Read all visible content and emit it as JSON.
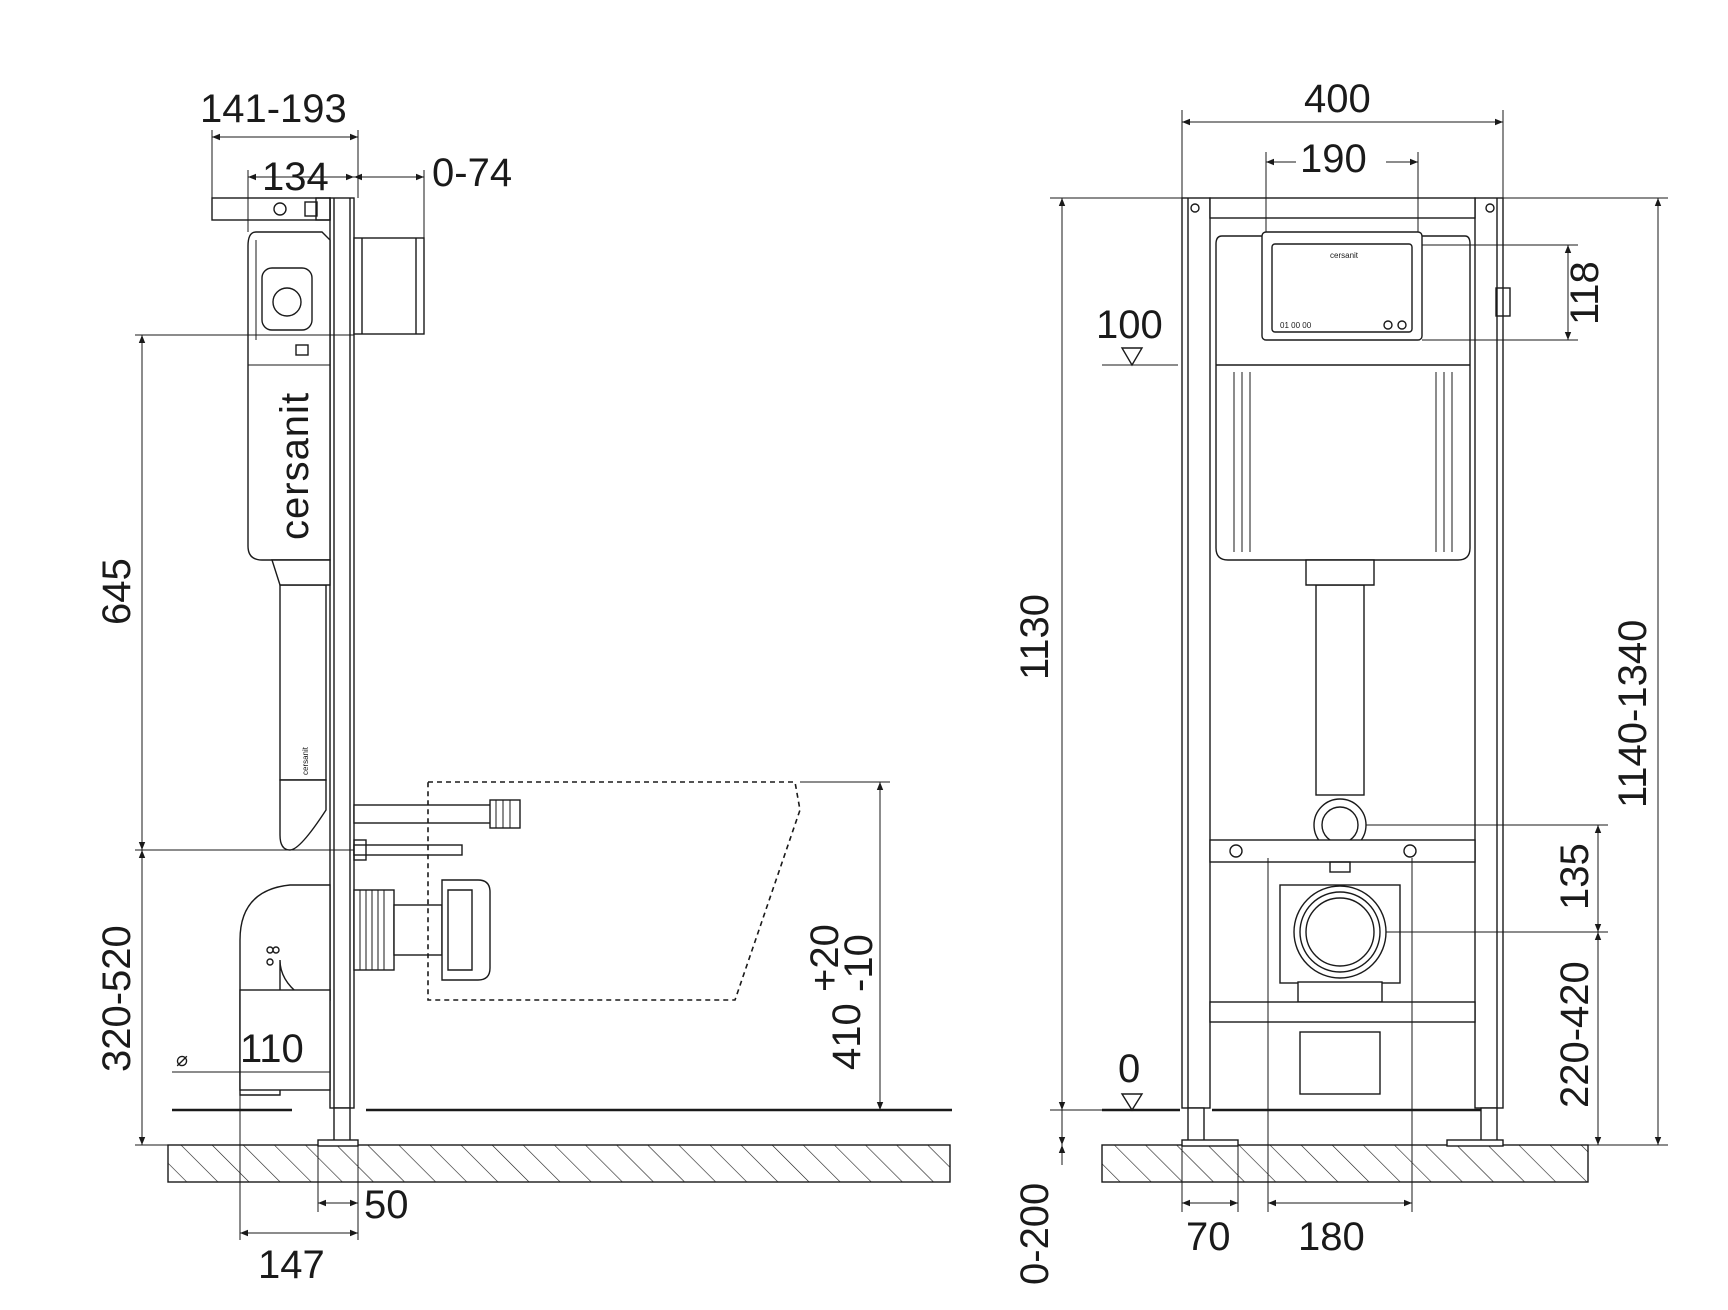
{
  "side_view": {
    "brand": "cersanit",
    "small_label": "cersanit",
    "dims": {
      "top_depth": "141-193",
      "frame_depth": "134",
      "wall_offset": "0-74",
      "cistern_height": "645",
      "outlet_height": "320-520",
      "pipe_diameter_symbol": "⌀",
      "pipe_diameter": "110",
      "foot_width": "50",
      "base_depth": "147",
      "bowl_height": "410",
      "bowl_tol_plus": "+20",
      "bowl_tol_minus": "-10"
    }
  },
  "front_view": {
    "plate_brand": "cersanit",
    "plate_code": "01 00 00",
    "dims": {
      "frame_width": "400",
      "plate_width": "190",
      "plate_height": "118",
      "top_level": "100",
      "total_height": "1130",
      "adjust_height": "1140-1340",
      "inlet_spacing": "135",
      "outlet_range": "220-420",
      "floor_level": "0",
      "floor_adjust": "0-200",
      "foot_width": "70",
      "bolt_spacing": "180"
    }
  }
}
